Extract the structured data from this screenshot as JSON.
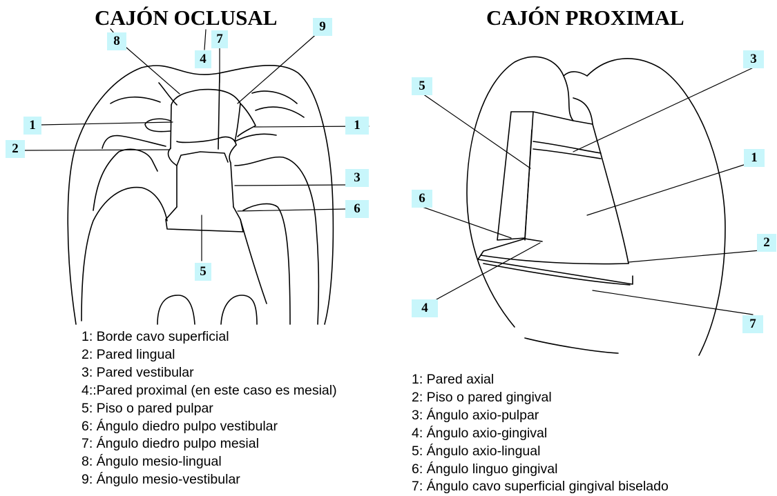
{
  "left_panel": {
    "title": "CAJÓN OCLUSAL",
    "callouts": [
      "1",
      "1",
      "2",
      "3",
      "4",
      "5",
      "6",
      "7",
      "8",
      "9"
    ],
    "legend": [
      "1: Borde cavo superficial",
      "2: Pared lingual",
      "3: Pared vestibular",
      "4::Pared proximal (en este caso es mesial)",
      "5: Piso o pared pulpar",
      "6: Ángulo diedro pulpo vestibular",
      "7: Ángulo diedro pulpo mesial",
      "8: Ángulo mesio-lingual",
      "9: Ángulo mesio-vestibular"
    ]
  },
  "right_panel": {
    "title": "CAJÓN PROXIMAL",
    "callouts": [
      "1",
      "2",
      "3",
      "4",
      "5",
      "6",
      "7"
    ],
    "legend": [
      "1: Pared axial",
      "2: Piso o pared gingival",
      "3: Ángulo axio-pulpar",
      "4: Ángulo axio-gingival",
      "5: Ángulo axio-lingual",
      "6: Ángulo linguo gingival",
      "7: Ángulo cavo superficial gingival biselado"
    ]
  },
  "colors": {
    "label_bg": "#c8f6fb",
    "line": "#000000",
    "background": "#ffffff"
  }
}
